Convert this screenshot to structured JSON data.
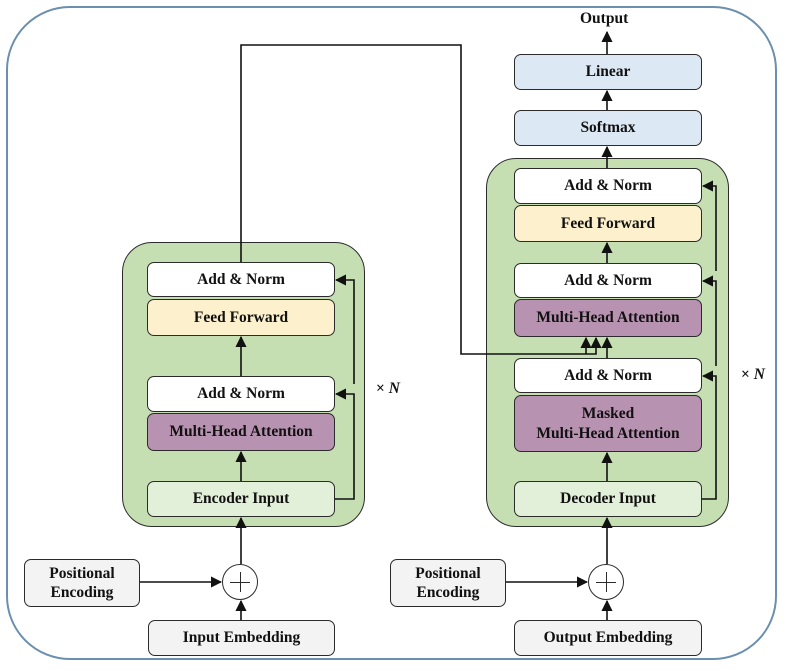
{
  "encoder": {
    "add_norm_top": "Add & Norm",
    "feed_forward": "Feed Forward",
    "add_norm_bottom": "Add & Norm",
    "attention": "Multi-Head Attention",
    "input": "Encoder Input",
    "repeat_prefix": "×",
    "repeat_symbol": "N",
    "positional_encoding_line1": "Positional",
    "positional_encoding_line2": "Encoding",
    "embedding": "Input Embedding"
  },
  "decoder": {
    "add_norm_top": "Add & Norm",
    "feed_forward": "Feed Forward",
    "add_norm_middle": "Add & Norm",
    "cross_attention": "Multi-Head Attention",
    "add_norm_bottom": "Add & Norm",
    "masked_attention_line1": "Masked",
    "masked_attention_line2": "Multi-Head Attention",
    "input": "Decoder Input",
    "repeat_prefix": "×",
    "repeat_symbol": "N",
    "positional_encoding_line1": "Positional",
    "positional_encoding_line2": "Encoding",
    "embedding": "Output Embedding"
  },
  "head": {
    "softmax": "Softmax",
    "linear": "Linear",
    "output": "Output"
  },
  "colors": {
    "stack_fill": "#c5dfb2",
    "attention_fill": "#b892b1",
    "feed_forward_fill": "#fdf0cd",
    "head_fill": "#dde8f5",
    "frame_border": "#6b8fae"
  }
}
